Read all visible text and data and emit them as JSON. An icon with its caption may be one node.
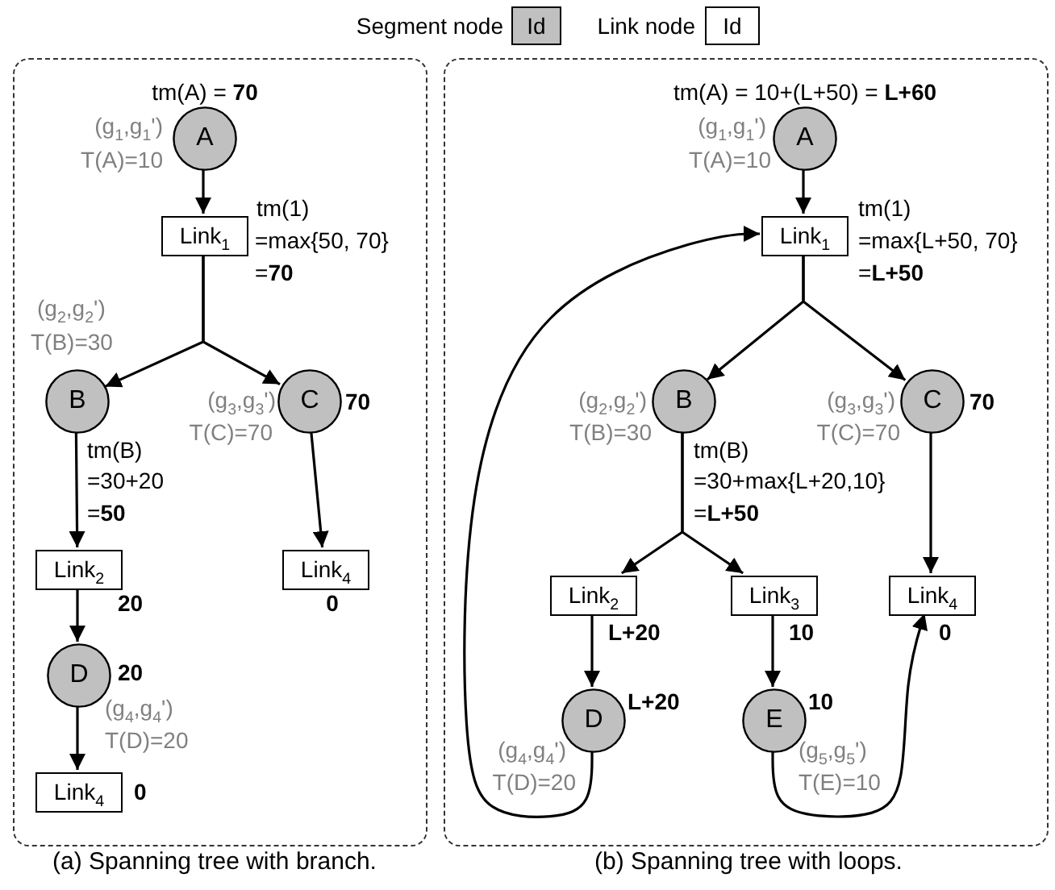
{
  "diagram": {
    "nodes": [
      {
        "text": [
          "(a) Spanning tree with branch."
        ]
      },
      {
        "text": [
          "A"
        ],
        "in": 0,
        "beside": [
          "tm(A) = **70**",
          "(g$_{1}$,g$_{1}$')",
          "T(A)=10"
        ]
      },
      {
        "text": [
          "Link$_{1}$"
        ],
        "in": 0,
        "beside": [
          "tm(1)",
          "=max{50, 70}",
          "=**70**"
        ]
      },
      {
        "text": [
          "B"
        ],
        "in": 0,
        "beside": [
          "(g$_{2}$,g$_{2}$')",
          "T(B)=30",
          "tm(B)",
          "=30+20",
          "=**50**"
        ]
      },
      {
        "text": [
          "C"
        ],
        "in": 0,
        "beside": [
          "(g$_{3}$,g$_{3}$')",
          "T(C)=70",
          "70"
        ]
      },
      {
        "text": [
          "Link$_{2}$"
        ],
        "in": 0,
        "beside": [
          "20"
        ]
      },
      {
        "text": [
          "Link$_{4}$"
        ],
        "in": 0,
        "beside": [
          "0"
        ]
      },
      {
        "text": [
          "D"
        ],
        "in": 0,
        "beside": [
          "20",
          "(g$_{4}$,g$_{4}$')",
          "T(D)=20"
        ]
      },
      {
        "text": [
          "Link$_{4}$"
        ],
        "in": 0,
        "beside": [
          "0"
        ]
      },
      {
        "text": [
          "(b) Spanning tree with loops."
        ]
      },
      {
        "text": [
          "A"
        ],
        "in": 9,
        "beside": [
          "tm(A) = 10+(L+50) = **L+60**",
          "(g$_{1}$,g$_{1}$')",
          "T(A)=10"
        ]
      },
      {
        "text": [
          "Link$_{1}$"
        ],
        "in": 9,
        "beside": [
          "tm(1)",
          "=max{L+50, 70}",
          "=**L+50**"
        ]
      },
      {
        "text": [
          "B"
        ],
        "in": 9,
        "beside": [
          "(g$_{2}$,g$_{2}$')",
          "T(B)=30",
          "tm(B)",
          "=30+max{L+20,10}",
          "=**L+50**"
        ]
      },
      {
        "text": [
          "C"
        ],
        "in": 9,
        "beside": [
          "(g$_{3}$,g$_{3}$')",
          "T(C)=70",
          "70"
        ]
      },
      {
        "text": [
          "Link$_{2}$"
        ],
        "in": 9,
        "beside": [
          "L+20"
        ]
      },
      {
        "text": [
          "Link$_{3}$"
        ],
        "in": 9,
        "beside": [
          "10"
        ]
      },
      {
        "text": [
          "Link$_{4}$"
        ],
        "in": 9,
        "beside": [
          "0"
        ]
      },
      {
        "text": [
          "D"
        ],
        "in": 9,
        "beside": [
          "L+20",
          "(g$_{4}$,g$_{4}$')",
          "T(D)=20"
        ]
      },
      {
        "text": [
          "E"
        ],
        "in": 9,
        "beside": [
          "10",
          "(g$_{5}$,g$_{5}$')",
          "T(E)=10"
        ]
      }
    ],
    "edges": [
      {
        "from": 1,
        "to": 2,
        "arrow": "to"
      },
      {
        "from": 2,
        "to": 3,
        "arrow": "to"
      },
      {
        "from": 2,
        "to": 4,
        "arrow": "to"
      },
      {
        "from": 3,
        "to": 5,
        "arrow": "to"
      },
      {
        "from": 4,
        "to": 6,
        "arrow": "to"
      },
      {
        "from": 5,
        "to": 7,
        "arrow": "to"
      },
      {
        "from": 7,
        "to": 8,
        "arrow": "to"
      },
      {
        "from": 10,
        "to": 11,
        "arrow": "to"
      },
      {
        "from": 11,
        "to": 12,
        "arrow": "to"
      },
      {
        "from": 11,
        "to": 13,
        "arrow": "to"
      },
      {
        "from": 12,
        "to": 14,
        "arrow": "to"
      },
      {
        "from": 12,
        "to": 15,
        "arrow": "to"
      },
      {
        "from": 13,
        "to": 16,
        "arrow": "to"
      },
      {
        "from": 14,
        "to": 17,
        "arrow": "to"
      },
      {
        "from": 15,
        "to": 18,
        "arrow": "to"
      },
      {
        "from": 17,
        "to": 11,
        "arrow": "to"
      },
      {
        "from": 18,
        "to": 16,
        "arrow": "to"
      }
    ],
    "labels": [
      "Id",
      "Id"
    ],
    "legend": [
      {
        "text": "Segment node",
        "color": "#c0c0c0"
      },
      {
        "text": "Link node",
        "color": "#ffffff"
      }
    ]
  }
}
